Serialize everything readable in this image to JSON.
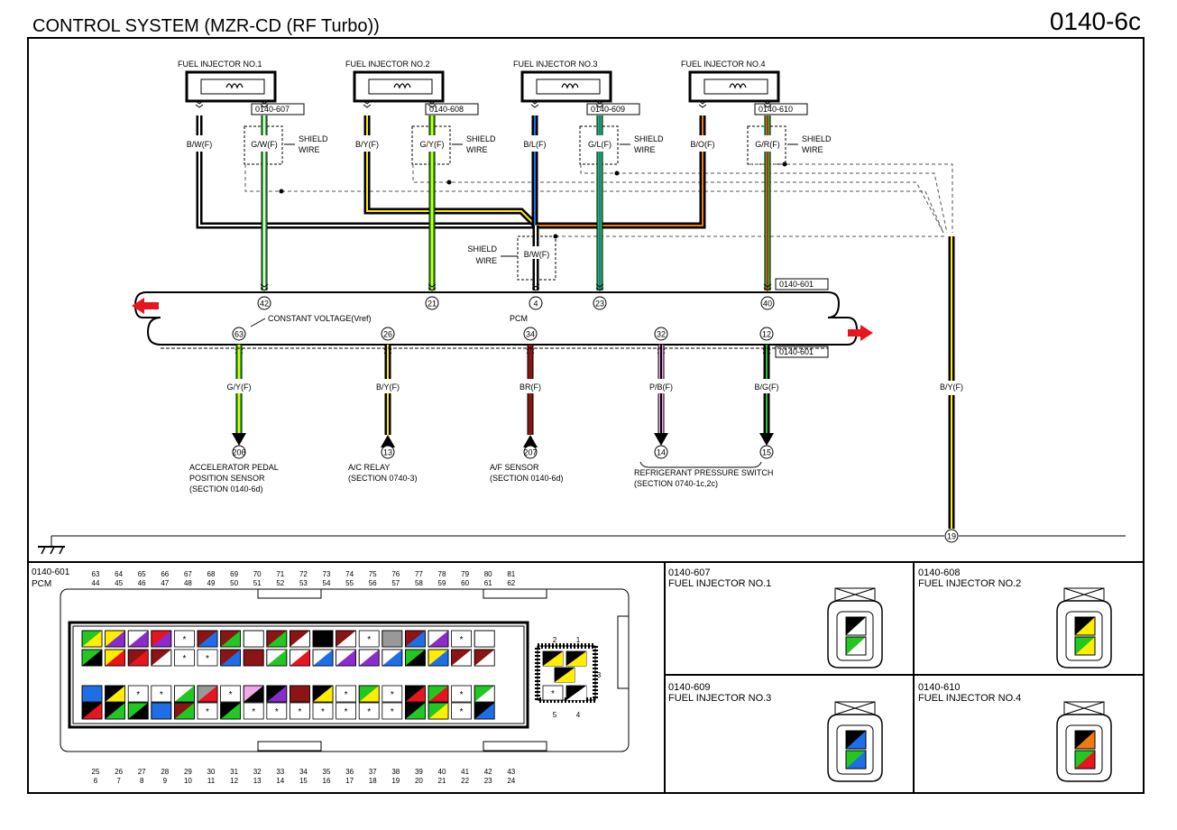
{
  "header": {
    "title": "CONTROL SYSTEM (MZR-CD (RF Turbo))",
    "code": "0140-6c"
  },
  "colors": {
    "B": "#000000",
    "W": "#ffffff",
    "G": "#22c722",
    "Y": "#ffee00",
    "L": "#1e6ee8",
    "R": "#e8141e",
    "O": "#ee7a10",
    "BR": "#8b1414",
    "GY": "#999999",
    "P": "#f2a8e8",
    "V": "#8a2ccc",
    "shield": "#555555",
    "arrow": "#e8141e"
  },
  "injectors": [
    {
      "label": "FUEL INJECTOR NO.1",
      "connector": "0140-607",
      "wire_a": "B/W(F)",
      "wire_b": "G/W(F)",
      "shield": "SHIELD WIRE",
      "pin": "42",
      "ca": [
        "B",
        "W"
      ],
      "cb": [
        "G",
        "W"
      ]
    },
    {
      "label": "FUEL INJECTOR NO.2",
      "connector": "0140-608",
      "wire_a": "B/Y(F)",
      "wire_b": "G/Y(F)",
      "shield": "SHIELD WIRE",
      "pin": "21",
      "ca": [
        "B",
        "Y"
      ],
      "cb": [
        "G",
        "Y"
      ]
    },
    {
      "label": "FUEL INJECTOR NO.3",
      "connector": "0140-609",
      "wire_a": "B/L(F)",
      "wire_b": "G/L(F)",
      "shield": "SHIELD WIRE",
      "pin": "23",
      "ca": [
        "B",
        "L"
      ],
      "cb": [
        "G",
        "L"
      ]
    },
    {
      "label": "FUEL INJECTOR NO.4",
      "connector": "0140-610",
      "wire_a": "B/O(F)",
      "wire_b": "G/R(F)",
      "shield": "SHIELD WIRE",
      "pin": "40",
      "ca": [
        "B",
        "O"
      ],
      "cb": [
        "G",
        "R"
      ]
    }
  ],
  "common": {
    "shield": "SHIELD WIRE",
    "wire": "B/W(F)",
    "pin": "4",
    "connector": "0140-601",
    "ground_pin": "19",
    "ground_wire": "B/Y(F)"
  },
  "pcm": {
    "label": "PCM",
    "vref": "CONSTANT VOLTAGE(Vref)"
  },
  "outputs": [
    {
      "pin": "63",
      "wire": "G/Y(F)",
      "ref": "206",
      "dest": [
        "ACCELERATOR PEDAL",
        "POSITION SENSOR",
        "(SECTION 0140-6d)"
      ],
      "c": [
        "G",
        "Y"
      ]
    },
    {
      "pin": "26",
      "wire": "B/Y(F)",
      "ref": "13",
      "dest": [
        "A/C RELAY",
        "(SECTION 0740-3)"
      ],
      "c": [
        "B",
        "Y"
      ]
    },
    {
      "pin": "34",
      "wire": "BR(F)",
      "ref": "207",
      "dest": [
        "A/F SENSOR",
        "(SECTION 0140-6d)"
      ],
      "c": [
        "BR",
        "BR"
      ]
    },
    {
      "pin": "32",
      "wire": "P/B(F)",
      "ref": "14",
      "dest": [],
      "c": [
        "P",
        "B"
      ]
    },
    {
      "pin": "12",
      "wire": "B/G(F)",
      "ref": "15",
      "dest": [],
      "c": [
        "B",
        "G"
      ]
    }
  ],
  "refrigerant": [
    "REFRIGERANT PRESSURE SWITCH",
    "(SECTION 0740-1c,2c)"
  ],
  "connector_views": {
    "pcm": {
      "code": "0140-601",
      "name": "PCM",
      "top_upper": [
        "63",
        "64",
        "65",
        "66",
        "67",
        "68",
        "69",
        "70",
        "71",
        "72",
        "73",
        "74",
        "75",
        "76",
        "77",
        "78",
        "79",
        "80",
        "81"
      ],
      "top_lower": [
        "44",
        "45",
        "46",
        "47",
        "48",
        "49",
        "50",
        "51",
        "52",
        "53",
        "54",
        "55",
        "56",
        "57",
        "58",
        "59",
        "60",
        "61",
        "62"
      ],
      "bot_upper": [
        "25",
        "26",
        "27",
        "28",
        "29",
        "30",
        "31",
        "32",
        "33",
        "34",
        "35",
        "36",
        "37",
        "38",
        "39",
        "40",
        "41",
        "42",
        "43"
      ],
      "bot_lower": [
        "6",
        "7",
        "8",
        "9",
        "10",
        "11",
        "12",
        "13",
        "14",
        "15",
        "16",
        "17",
        "18",
        "19",
        "20",
        "21",
        "22",
        "23",
        "24"
      ],
      "sub_pins": [
        "2",
        "1",
        "3",
        "5",
        "4"
      ]
    },
    "injectors": [
      {
        "code": "0140-607",
        "name": "FUEL INJECTOR NO.1",
        "a": [
          "B",
          "W"
        ],
        "b": [
          "G",
          "W"
        ]
      },
      {
        "code": "0140-608",
        "name": "FUEL INJECTOR NO.2",
        "a": [
          "B",
          "Y"
        ],
        "b": [
          "G",
          "Y"
        ]
      },
      {
        "code": "0140-609",
        "name": "FUEL INJECTOR NO.3",
        "a": [
          "B",
          "L"
        ],
        "b": [
          "G",
          "L"
        ]
      },
      {
        "code": "0140-610",
        "name": "FUEL INJECTOR NO.4",
        "a": [
          "B",
          "O"
        ],
        "b": [
          "G",
          "R"
        ]
      }
    ]
  }
}
